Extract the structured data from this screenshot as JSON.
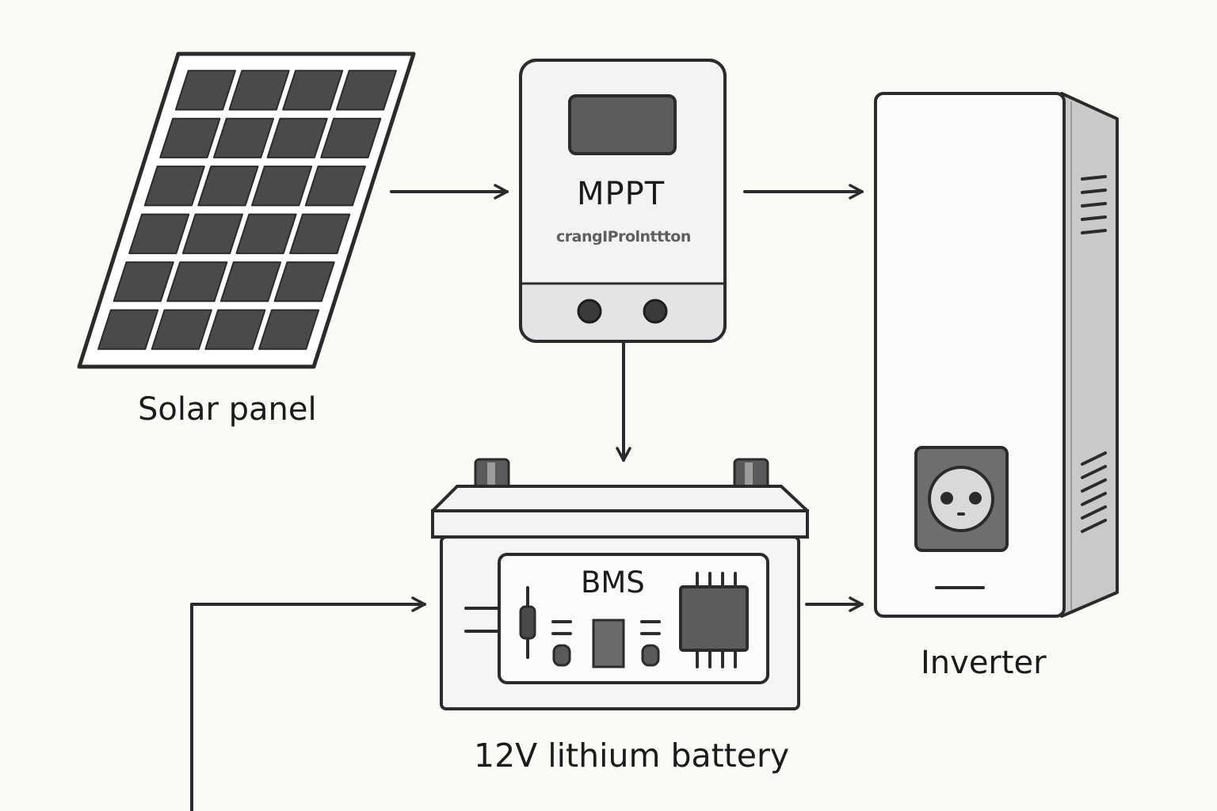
{
  "components": {
    "solar_panel": {
      "label": "Solar panel"
    },
    "mppt": {
      "title": "MPPT",
      "subtitle": "crangIProlnttton"
    },
    "inverter": {
      "label": "Inverter"
    },
    "battery": {
      "label": "12V lithium battery",
      "bms_label": "BMS"
    }
  },
  "connections": [
    {
      "from": "solar_panel",
      "to": "mppt"
    },
    {
      "from": "mppt",
      "to": "inverter"
    },
    {
      "from": "mppt",
      "to": "battery"
    },
    {
      "from": "external_input",
      "to": "battery"
    },
    {
      "from": "battery",
      "to": "inverter"
    }
  ],
  "colors": {
    "background": "#fbfaf7",
    "outline": "#2b2b2b",
    "solar_cell": "#4a4a4a",
    "device_body": "#f1f1ef",
    "screen": "#5a5a5a"
  }
}
